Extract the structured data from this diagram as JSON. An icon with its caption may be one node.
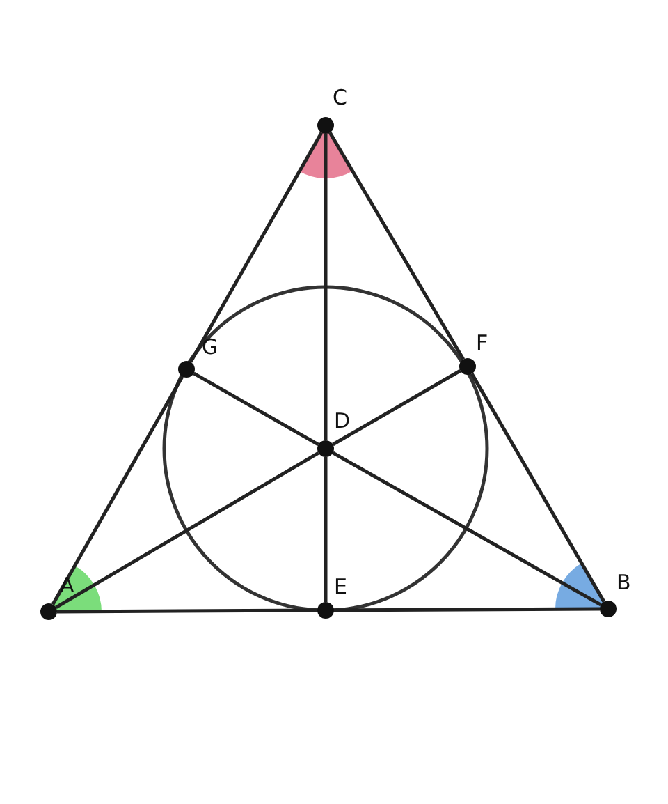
{
  "diagram": {
    "nodes": [
      {
        "text": [
          "C"
        ]
      },
      {
        "text": [
          "G"
        ]
      },
      {
        "text": [
          "F"
        ]
      },
      {
        "text": [
          "D"
        ]
      },
      {
        "text": [
          "A"
        ]
      },
      {
        "text": [
          "E"
        ]
      },
      {
        "text": [
          "B"
        ]
      }
    ],
    "edges": [
      {
        "from": 4,
        "to": 1,
        "arrow": "none"
      },
      {
        "from": 1,
        "to": 0,
        "arrow": "none"
      },
      {
        "from": 0,
        "to": 2,
        "arrow": "none"
      },
      {
        "from": 2,
        "to": 6,
        "arrow": "none"
      },
      {
        "from": 6,
        "to": 5,
        "arrow": "none"
      },
      {
        "from": 5,
        "to": 4,
        "arrow": "none"
      },
      {
        "from": 4,
        "to": 3,
        "arrow": "none"
      },
      {
        "from": 3,
        "to": 2,
        "arrow": "none"
      },
      {
        "from": 1,
        "to": 3,
        "arrow": "none"
      },
      {
        "from": 3,
        "to": 6,
        "arrow": "none"
      },
      {
        "from": 0,
        "to": 3,
        "arrow": "none"
      },
      {
        "from": 3,
        "to": 5,
        "arrow": "none"
      }
    ]
  }
}
